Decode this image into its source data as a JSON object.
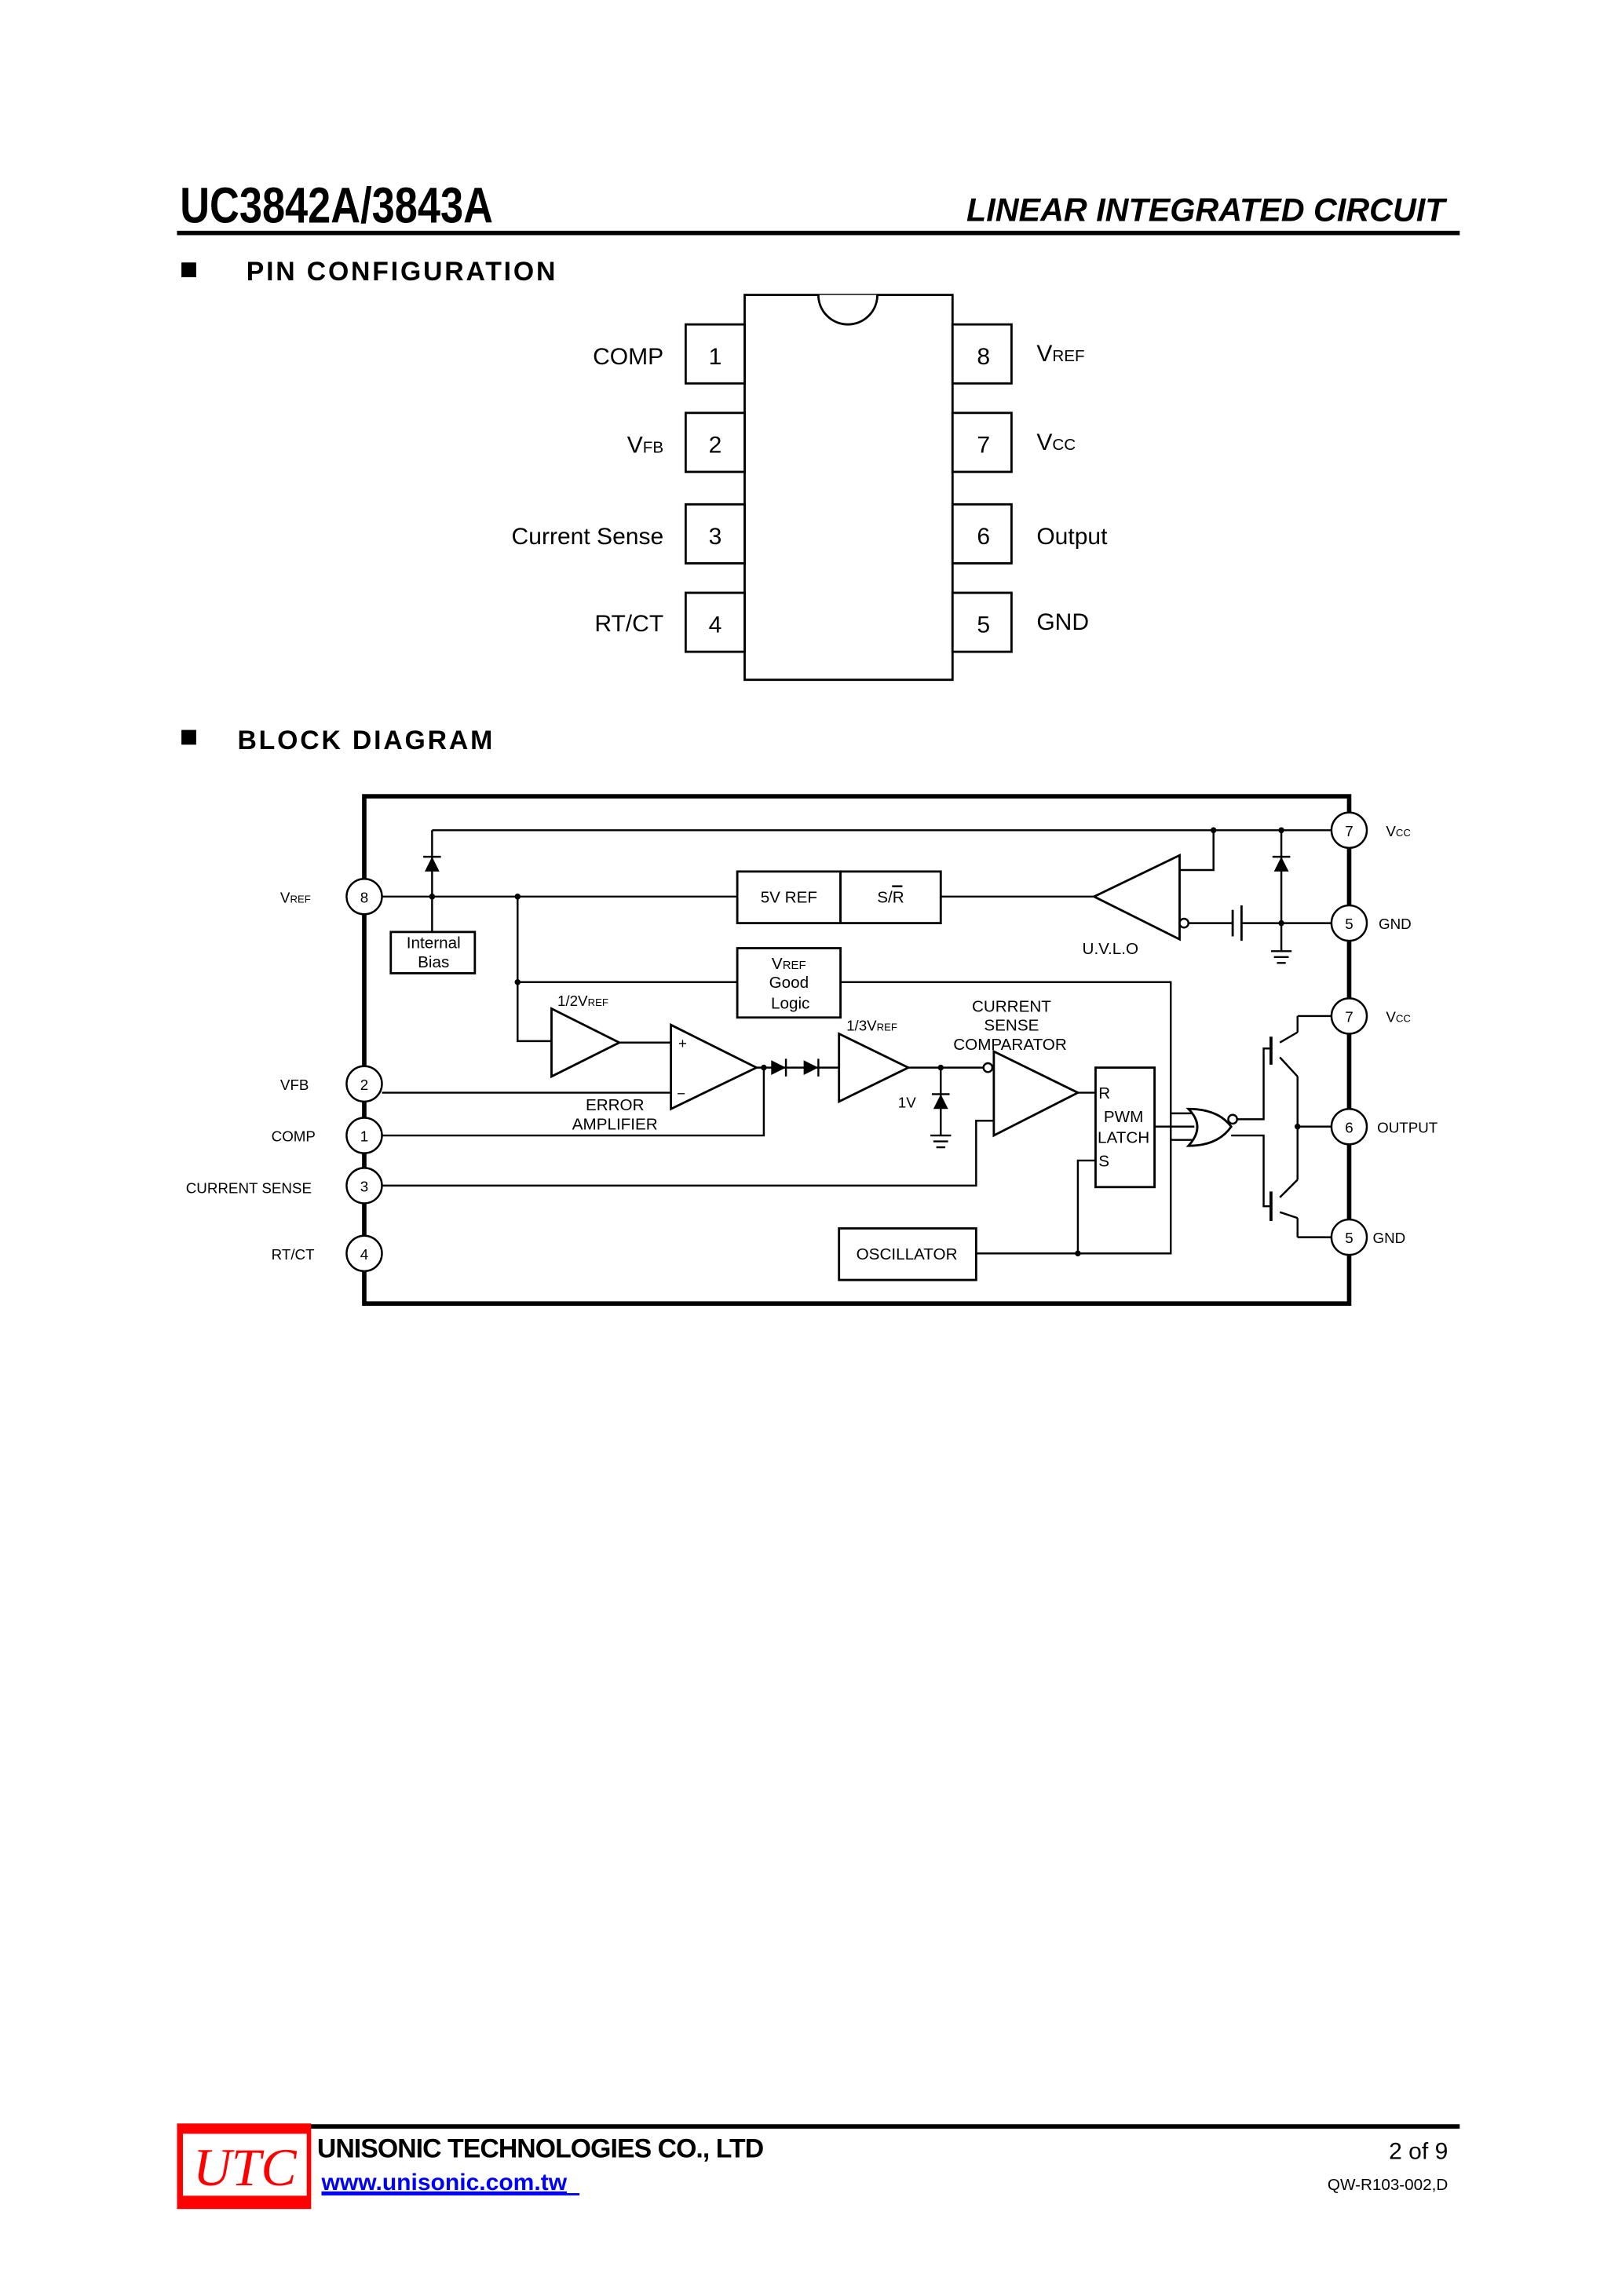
{
  "header": {
    "part_number": "UC3842A/3843A",
    "category": "LINEAR INTEGRATED CIRCUIT"
  },
  "pin_configuration": {
    "title": "PIN CONFIGURATION",
    "left_pins": [
      {
        "num": "1",
        "label": "COMP"
      },
      {
        "num": "2",
        "label": "V",
        "sub": "FB"
      },
      {
        "num": "3",
        "label": "Current Sense"
      },
      {
        "num": "4",
        "label": "RT/CT"
      }
    ],
    "right_pins": [
      {
        "num": "8",
        "label": "V",
        "sub": "REF"
      },
      {
        "num": "7",
        "label": "V",
        "sub": "CC"
      },
      {
        "num": "6",
        "label": "Output"
      },
      {
        "num": "5",
        "label": "GND"
      }
    ]
  },
  "block_diagram": {
    "title": "BLOCK DIAGRAM",
    "left_pins": [
      {
        "num": "8",
        "label": "V",
        "sub": "REF"
      },
      {
        "num": "2",
        "label": "VFB"
      },
      {
        "num": "1",
        "label": "COMP"
      },
      {
        "num": "3",
        "label": "CURRENT SENSE"
      },
      {
        "num": "4",
        "label": "RT/CT"
      }
    ],
    "right_pins": [
      {
        "num": "7",
        "label": "V",
        "sub": "CC"
      },
      {
        "num": "5",
        "label": "GND"
      },
      {
        "num": "7",
        "label": "V",
        "sub": "CC"
      },
      {
        "num": "6",
        "label": "OUTPUT"
      },
      {
        "num": "5",
        "label": "GND"
      }
    ],
    "blocks": {
      "ref": "5V REF",
      "sr": "S/R",
      "bias_1": "Internal",
      "bias_2": "Bias",
      "good_v": "V",
      "good_v_sub": "REF",
      "good_2": "Good",
      "good_3": "Logic",
      "oscillator": "OSCILLATOR",
      "latch_r": "R",
      "latch_1": "PWM",
      "latch_2": "LATCH",
      "latch_s": "S"
    },
    "labels": {
      "uvlo": "U.V.L.O",
      "half_vref": "1/2V",
      "third_vref": "1/3V",
      "ref_sub": "REF",
      "plus": "+",
      "minus": "−",
      "ea_1": "ERROR",
      "ea_2": "AMPLIFIER",
      "csc_1": "CURRENT",
      "csc_2": "SENSE",
      "csc_3": "COMPARATOR",
      "one_volt": "1V"
    }
  },
  "footer": {
    "logo_text": "UTC",
    "company": "UNISONIC TECHNOLOGIES CO., LTD",
    "website": "www.unisonic.com.tw",
    "page": "2 of 9",
    "doc_code": "QW-R103-002,D"
  },
  "colors": {
    "logo_red": "#ff0000",
    "link_blue": "#0000ff"
  }
}
